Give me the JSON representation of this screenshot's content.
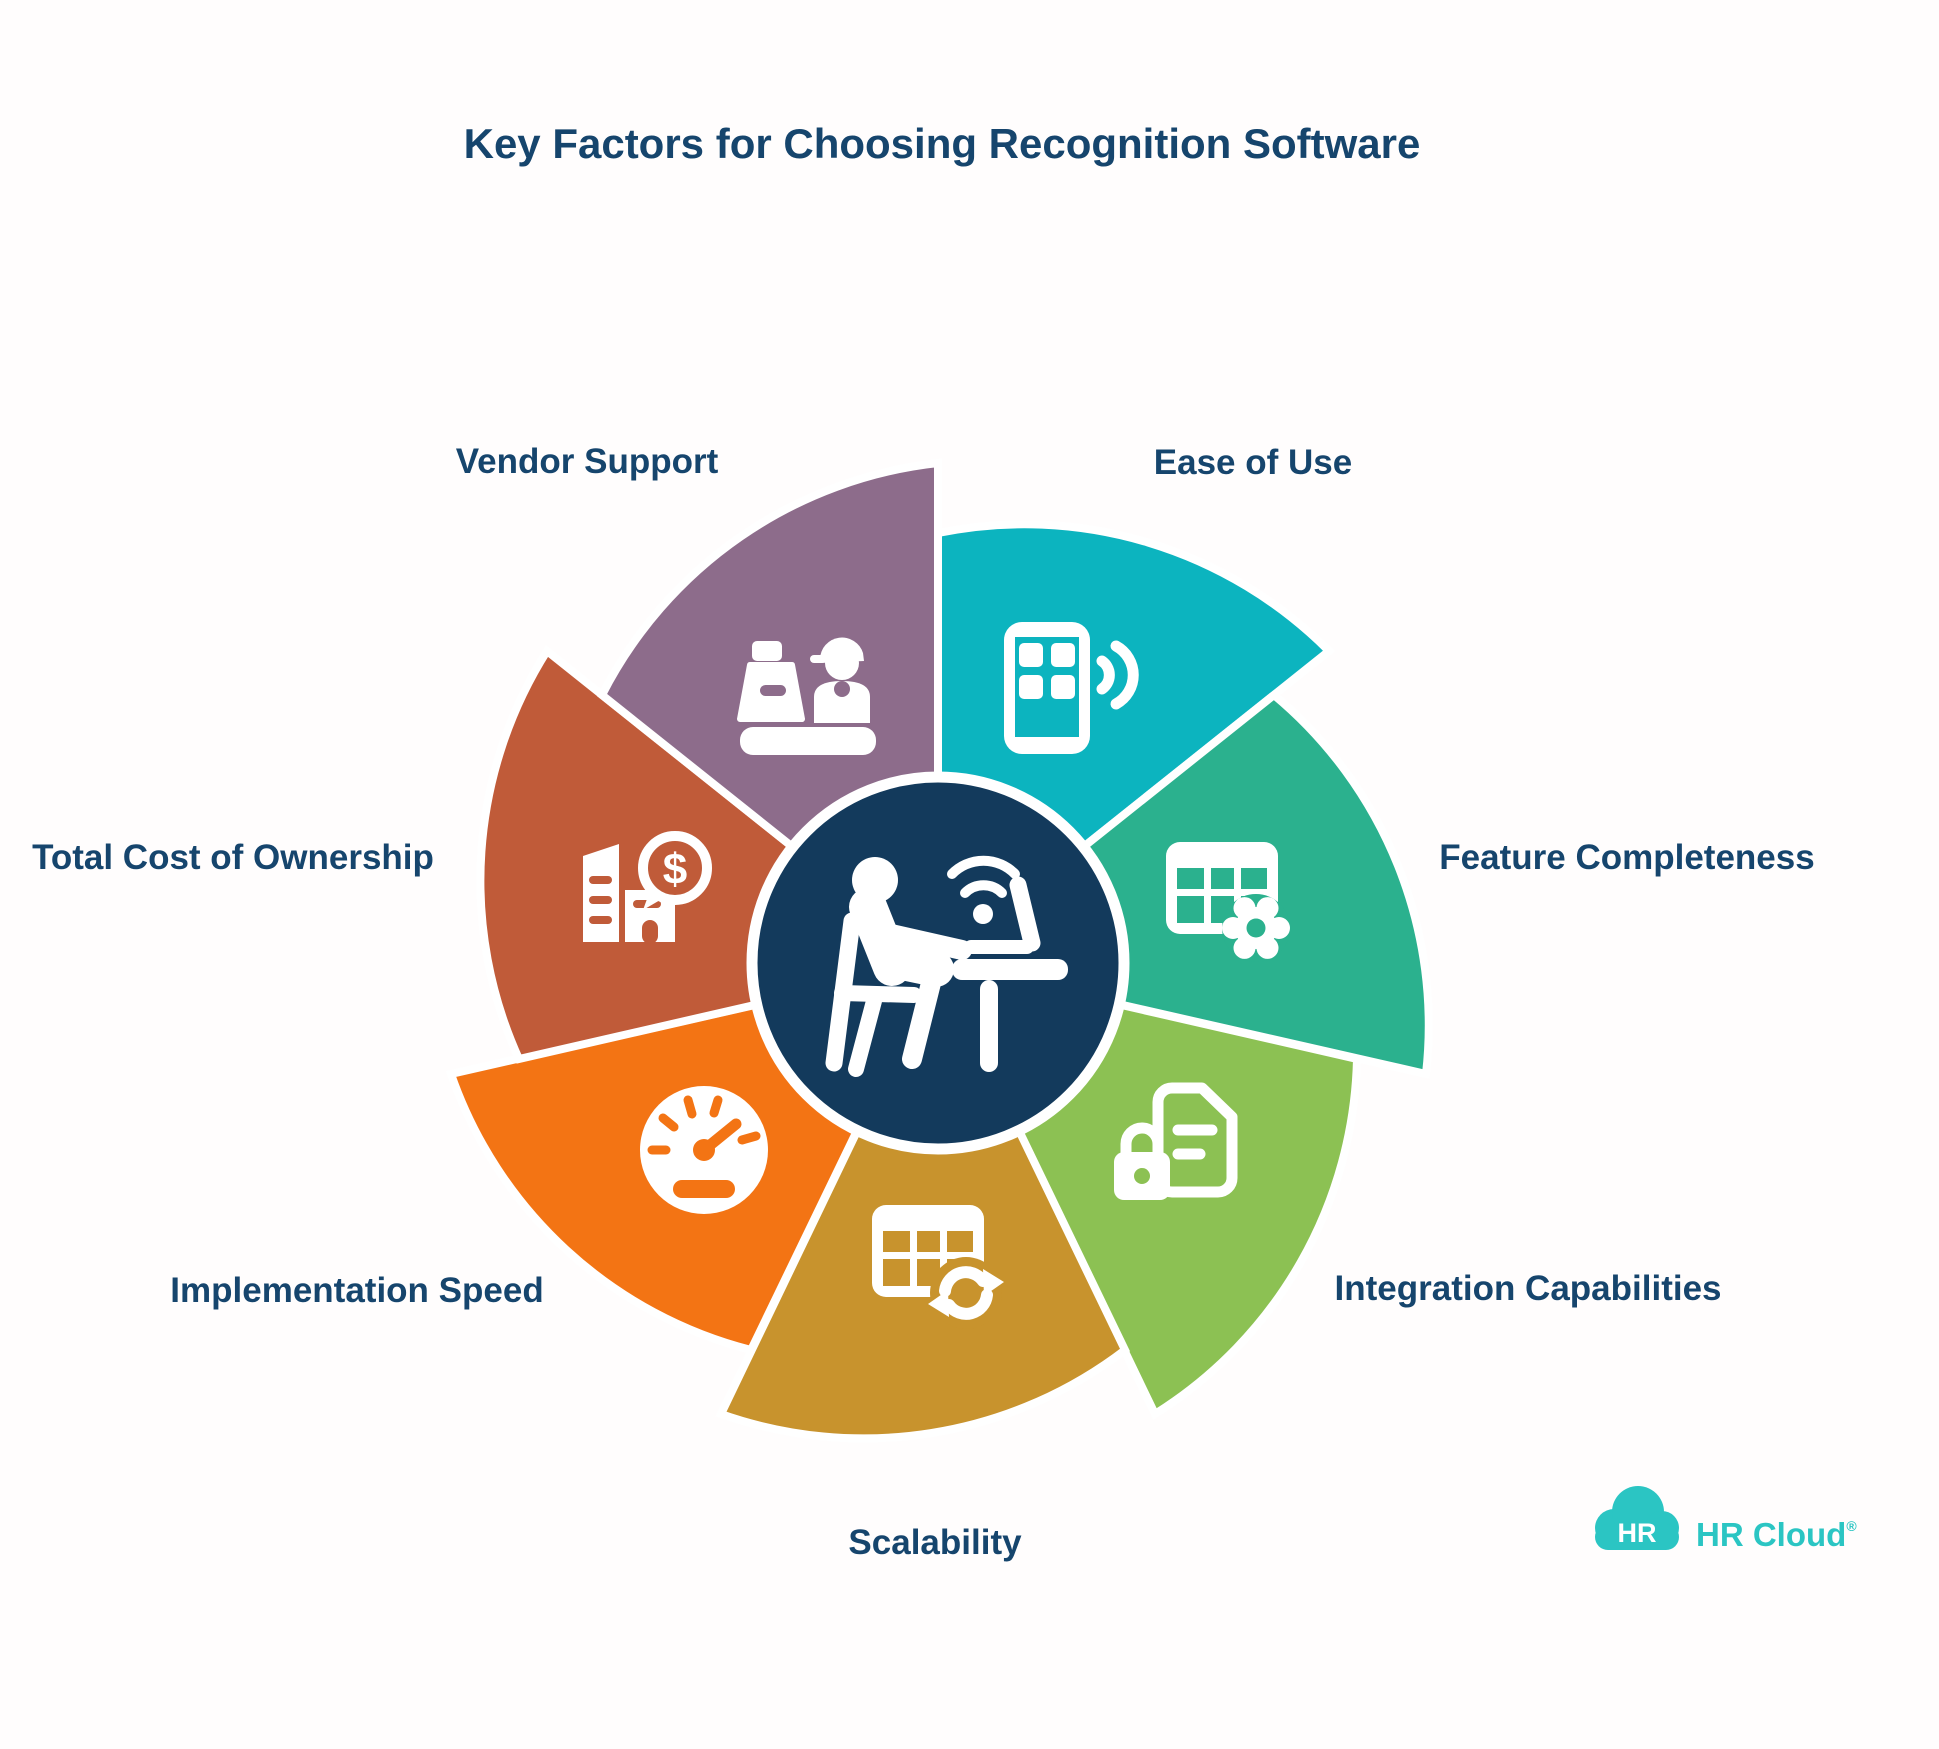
{
  "title": "Key Factors for Choosing Recognition Software",
  "colors": {
    "background": "#fffdfd",
    "title_text": "#16456d",
    "label_text": "#16456d",
    "center_circle": "#133a5c",
    "center_ring": "#ffffff",
    "icon_white": "#ffffff"
  },
  "center": {
    "icon": "person-at-computer-icon"
  },
  "wheel": {
    "segments": [
      {
        "id": "ease-of-use",
        "label": "Ease of Use",
        "color": "#0cb4bf",
        "icon": "smartphone-icon"
      },
      {
        "id": "feature-completeness",
        "label": "Feature Completeness",
        "color": "#2bb18e",
        "icon": "table-gear-icon"
      },
      {
        "id": "integration-capabilities",
        "label": "Integration Capabilities",
        "color": "#8cc153",
        "icon": "lock-document-icon"
      },
      {
        "id": "scalability",
        "label": "Scalability",
        "color": "#c8932d",
        "icon": "table-sync-icon"
      },
      {
        "id": "implementation-speed",
        "label": "Implementation Speed",
        "color": "#f37414",
        "icon": "speedometer-icon"
      },
      {
        "id": "total-cost-of-ownership",
        "label": "Total Cost of Ownership",
        "color": "#c05b39",
        "icon": "building-dollar-icon"
      },
      {
        "id": "vendor-support",
        "label": "Vendor Support",
        "color": "#8d6c8b",
        "icon": "vendor-desk-icon"
      }
    ]
  },
  "icon_glyphs": {
    "dollar": "$"
  },
  "logo": {
    "badge_text": "HR",
    "brand_text": "HR Cloud",
    "registered_mark": "®",
    "color": "#2bc5c3"
  }
}
